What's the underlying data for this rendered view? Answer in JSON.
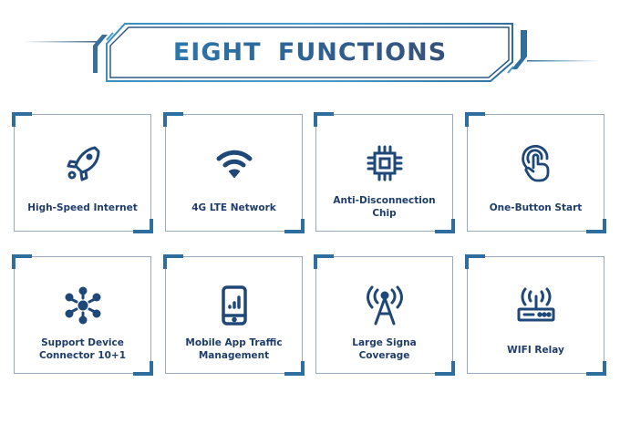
{
  "header": {
    "title": "EIGHT FUNCTIONS"
  },
  "colors": {
    "accent": "#2e6e9e",
    "icon": "#1f4878",
    "text": "#1f3d6a",
    "border": "#9aa9bb"
  },
  "features": [
    {
      "label": "High-Speed Internet",
      "icon": "rocket-icon"
    },
    {
      "label": "4G LTE Network",
      "icon": "wifi-icon"
    },
    {
      "label": "Anti-Disconnection Chip",
      "icon": "chip-icon"
    },
    {
      "label": "One-Button Start",
      "icon": "touch-icon"
    },
    {
      "label": "Support Device Connector 10+1",
      "icon": "network-hub-icon"
    },
    {
      "label": "Mobile App Traffic Management",
      "icon": "smartphone-signal-icon"
    },
    {
      "label": "Large Signa Coverage",
      "icon": "antenna-tower-icon"
    },
    {
      "label": "WIFI Relay",
      "icon": "router-icon"
    }
  ],
  "labels_display": {
    "f0": [
      "High-Speed Internet"
    ],
    "f1": [
      "4G LTE Network"
    ],
    "f2": [
      "Anti-Disconnection",
      "Chip"
    ],
    "f3": [
      "One-Button Start"
    ],
    "f4": [
      "Support Device",
      "Connector 10+1"
    ],
    "f5": [
      "Mobile App Traffic",
      "Management"
    ],
    "f6": [
      "Large Signa",
      "Coverage"
    ],
    "f7": [
      "WIFI Relay"
    ]
  }
}
